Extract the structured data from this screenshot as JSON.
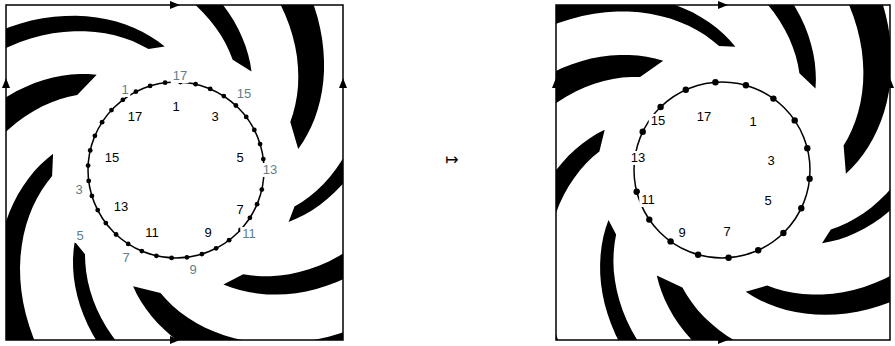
{
  "diagram": {
    "labels": [
      "17",
      "1",
      "3",
      "5",
      "7",
      "9",
      "11",
      "13",
      "15",
      "1",
      "17",
      "15",
      "13",
      "11",
      "9",
      "7",
      "5",
      "3",
      "17",
      "1",
      "3",
      "5",
      "7",
      "9",
      "11",
      "13",
      "15",
      "↦"
    ]
  }
}
